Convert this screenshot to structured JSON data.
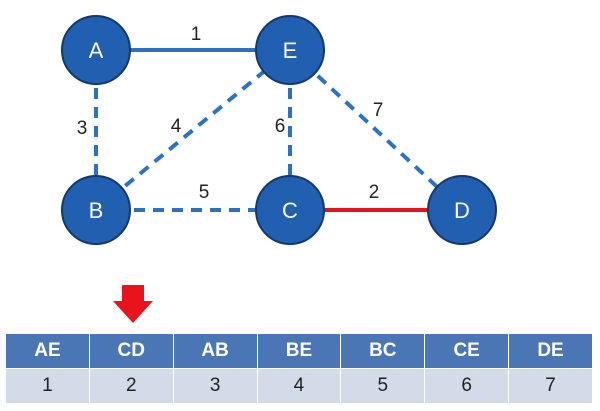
{
  "colors": {
    "node_fill": "#2160b0",
    "node_stroke": "#14386a",
    "edge_included": "#2b73c2",
    "edge_candidate": "#2b73c2",
    "edge_highlight": "#e8141c",
    "arrow": "#e8141c",
    "table_header": "#4a76b6",
    "table_row": "#d3dbe8"
  },
  "nodes": [
    {
      "id": "A",
      "label": "A"
    },
    {
      "id": "E",
      "label": "E"
    },
    {
      "id": "B",
      "label": "B"
    },
    {
      "id": "C",
      "label": "C"
    },
    {
      "id": "D",
      "label": "D"
    }
  ],
  "edges": [
    {
      "id": "AE",
      "from": "A",
      "to": "E",
      "weight": "1",
      "style": "solid"
    },
    {
      "id": "AB",
      "from": "A",
      "to": "B",
      "weight": "3",
      "style": "dashed"
    },
    {
      "id": "BE",
      "from": "B",
      "to": "E",
      "weight": "4",
      "style": "dashed"
    },
    {
      "id": "CE",
      "from": "E",
      "to": "C",
      "weight": "6",
      "style": "dashed"
    },
    {
      "id": "DE",
      "from": "E",
      "to": "D",
      "weight": "7",
      "style": "dashed"
    },
    {
      "id": "BC",
      "from": "B",
      "to": "C",
      "weight": "5",
      "style": "dashed"
    },
    {
      "id": "CD",
      "from": "C",
      "to": "D",
      "weight": "2",
      "style": "highlight"
    }
  ],
  "table": {
    "pointer_column": "CD",
    "headers": [
      "AE",
      "CD",
      "AB",
      "BE",
      "BC",
      "CE",
      "DE"
    ],
    "values": [
      "1",
      "2",
      "3",
      "4",
      "5",
      "6",
      "7"
    ]
  }
}
